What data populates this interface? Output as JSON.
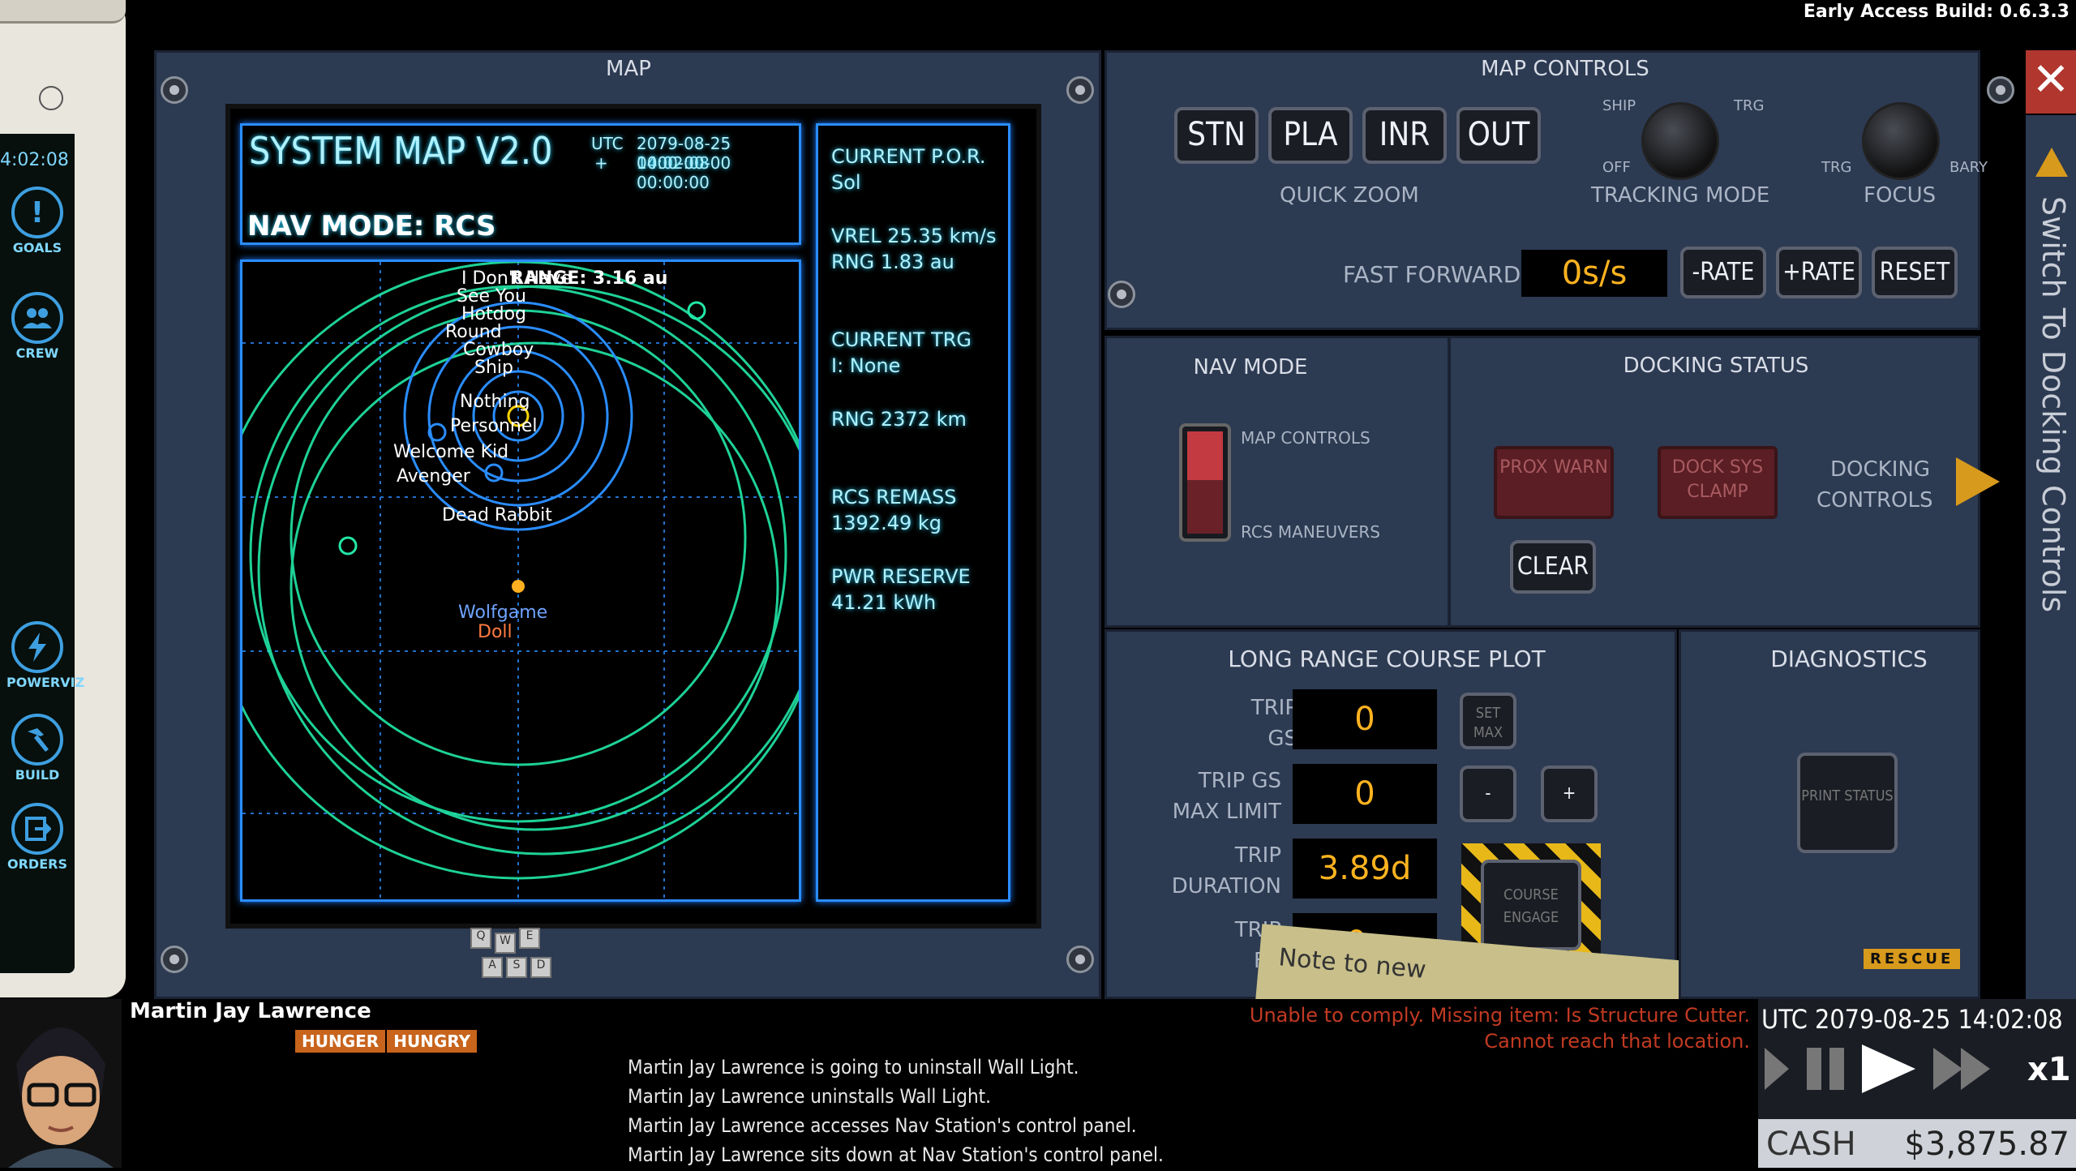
{
  "build": "Early Access Build: 0.6.3.3",
  "tablet": {
    "time": "4:02:08",
    "nav": [
      {
        "label": "GOALS",
        "icon": "exclamation-icon"
      },
      {
        "label": "CREW",
        "icon": "crew-icon"
      },
      {
        "label": "POWERVIZ",
        "icon": "lightning-icon"
      },
      {
        "label": "BUILD",
        "icon": "hammer-icon"
      },
      {
        "label": "ORDERS",
        "icon": "orders-icon"
      }
    ]
  },
  "map": {
    "panel_title": "MAP",
    "title": "SYSTEM MAP V2.0",
    "utc_label": "UTC",
    "utc_time": "2079-08-25 14:02:08",
    "utc_sub_sign": "+",
    "utc_sub": "0000-00-00 00:00:00",
    "nav_mode": "NAV MODE: RCS",
    "range_label": "RANGE: 3.16 au",
    "objects": [
      "I Don't Have",
      "See You",
      "Hotdog",
      "Round",
      "Cowboy",
      "Ship",
      "Nothing",
      "Personnel",
      "Welcome Kid",
      "Avenger",
      "Dead Rabbit",
      "Wolfgame",
      "Doll"
    ],
    "info": {
      "por_label": "CURRENT P.O.R.",
      "por_value": "Sol",
      "vrel": "VREL 25.35 km/s",
      "rng1": "RNG 1.83 au",
      "trg_label": "CURRENT TRG",
      "trg_value": "I: None",
      "rng2": "RNG 2372 km",
      "rcs_label": "RCS REMASS",
      "rcs_value": "1392.49 kg",
      "pwr_label": "PWR RESERVE",
      "pwr_value": "41.21 kWh"
    },
    "keys": [
      "Q",
      "W",
      "E",
      "A",
      "S",
      "D"
    ]
  },
  "map_controls": {
    "title": "MAP CONTROLS",
    "zoom": [
      "STN",
      "PLA",
      "INR",
      "OUT"
    ],
    "quick_zoom": "QUICK ZOOM",
    "tracking": {
      "label": "TRACKING MODE",
      "ship": "SHIP",
      "trg": "TRG",
      "off": "OFF"
    },
    "focus": {
      "label": "FOCUS",
      "trg": "TRG",
      "bary": "BARY"
    },
    "fast_forward": {
      "label": "FAST FORWARD",
      "value": "0s/s"
    },
    "rate_minus": "-RATE",
    "rate_plus": "+RATE",
    "reset": "RESET"
  },
  "nav_mode": {
    "title": "NAV MODE",
    "opt1": "MAP CONTROLS",
    "opt2": "RCS MANEUVERS"
  },
  "docking": {
    "title": "DOCKING STATUS",
    "prox": "PROX WARN",
    "dock": "DOCK SYS CLAMP",
    "clear": "CLEAR",
    "controls": "DOCKING CONTROLS"
  },
  "course": {
    "title": "LONG RANGE COURSE PLOT",
    "trip_gs_label": "TRIP GS",
    "trip_gs": "0",
    "max_limit_label": "TRIP GS MAX LIMIT",
    "max_limit": "0",
    "duration_label": "TRIP DURATION",
    "duration": "3.89d",
    "fuel_label": "TRIP FU",
    "fuel": "0s",
    "set_max": "SET MAX",
    "minus": "-",
    "plus": "+",
    "engage": "COURSE ENGAGE",
    "note": "Note to new"
  },
  "diagnostics": {
    "title": "DIAGNOSTICS",
    "print": "PRINT STATUS",
    "rescue": "RESCUE"
  },
  "side_tab": "Switch To Docking Controls",
  "crew": {
    "name": "Martin Jay Lawrence",
    "status1": "HUNGER",
    "status2": "HUNGRY"
  },
  "warning": {
    "line1": "Unable to comply. Missing item: Is Structure Cutter.",
    "line2": "Cannot reach that location."
  },
  "log": [
    "Martin Jay Lawrence is going to uninstall Wall Light.",
    "Martin Jay Lawrence uninstalls Wall Light.",
    "Martin Jay Lawrence accesses Nav Station's control panel.",
    "Martin Jay Lawrence sits down at Nav Station's control panel."
  ],
  "time": {
    "utc": "UTC 2079-08-25 14:02:08",
    "speed": "x1"
  },
  "cash": {
    "label": "CASH",
    "value": "$3,875.87"
  }
}
